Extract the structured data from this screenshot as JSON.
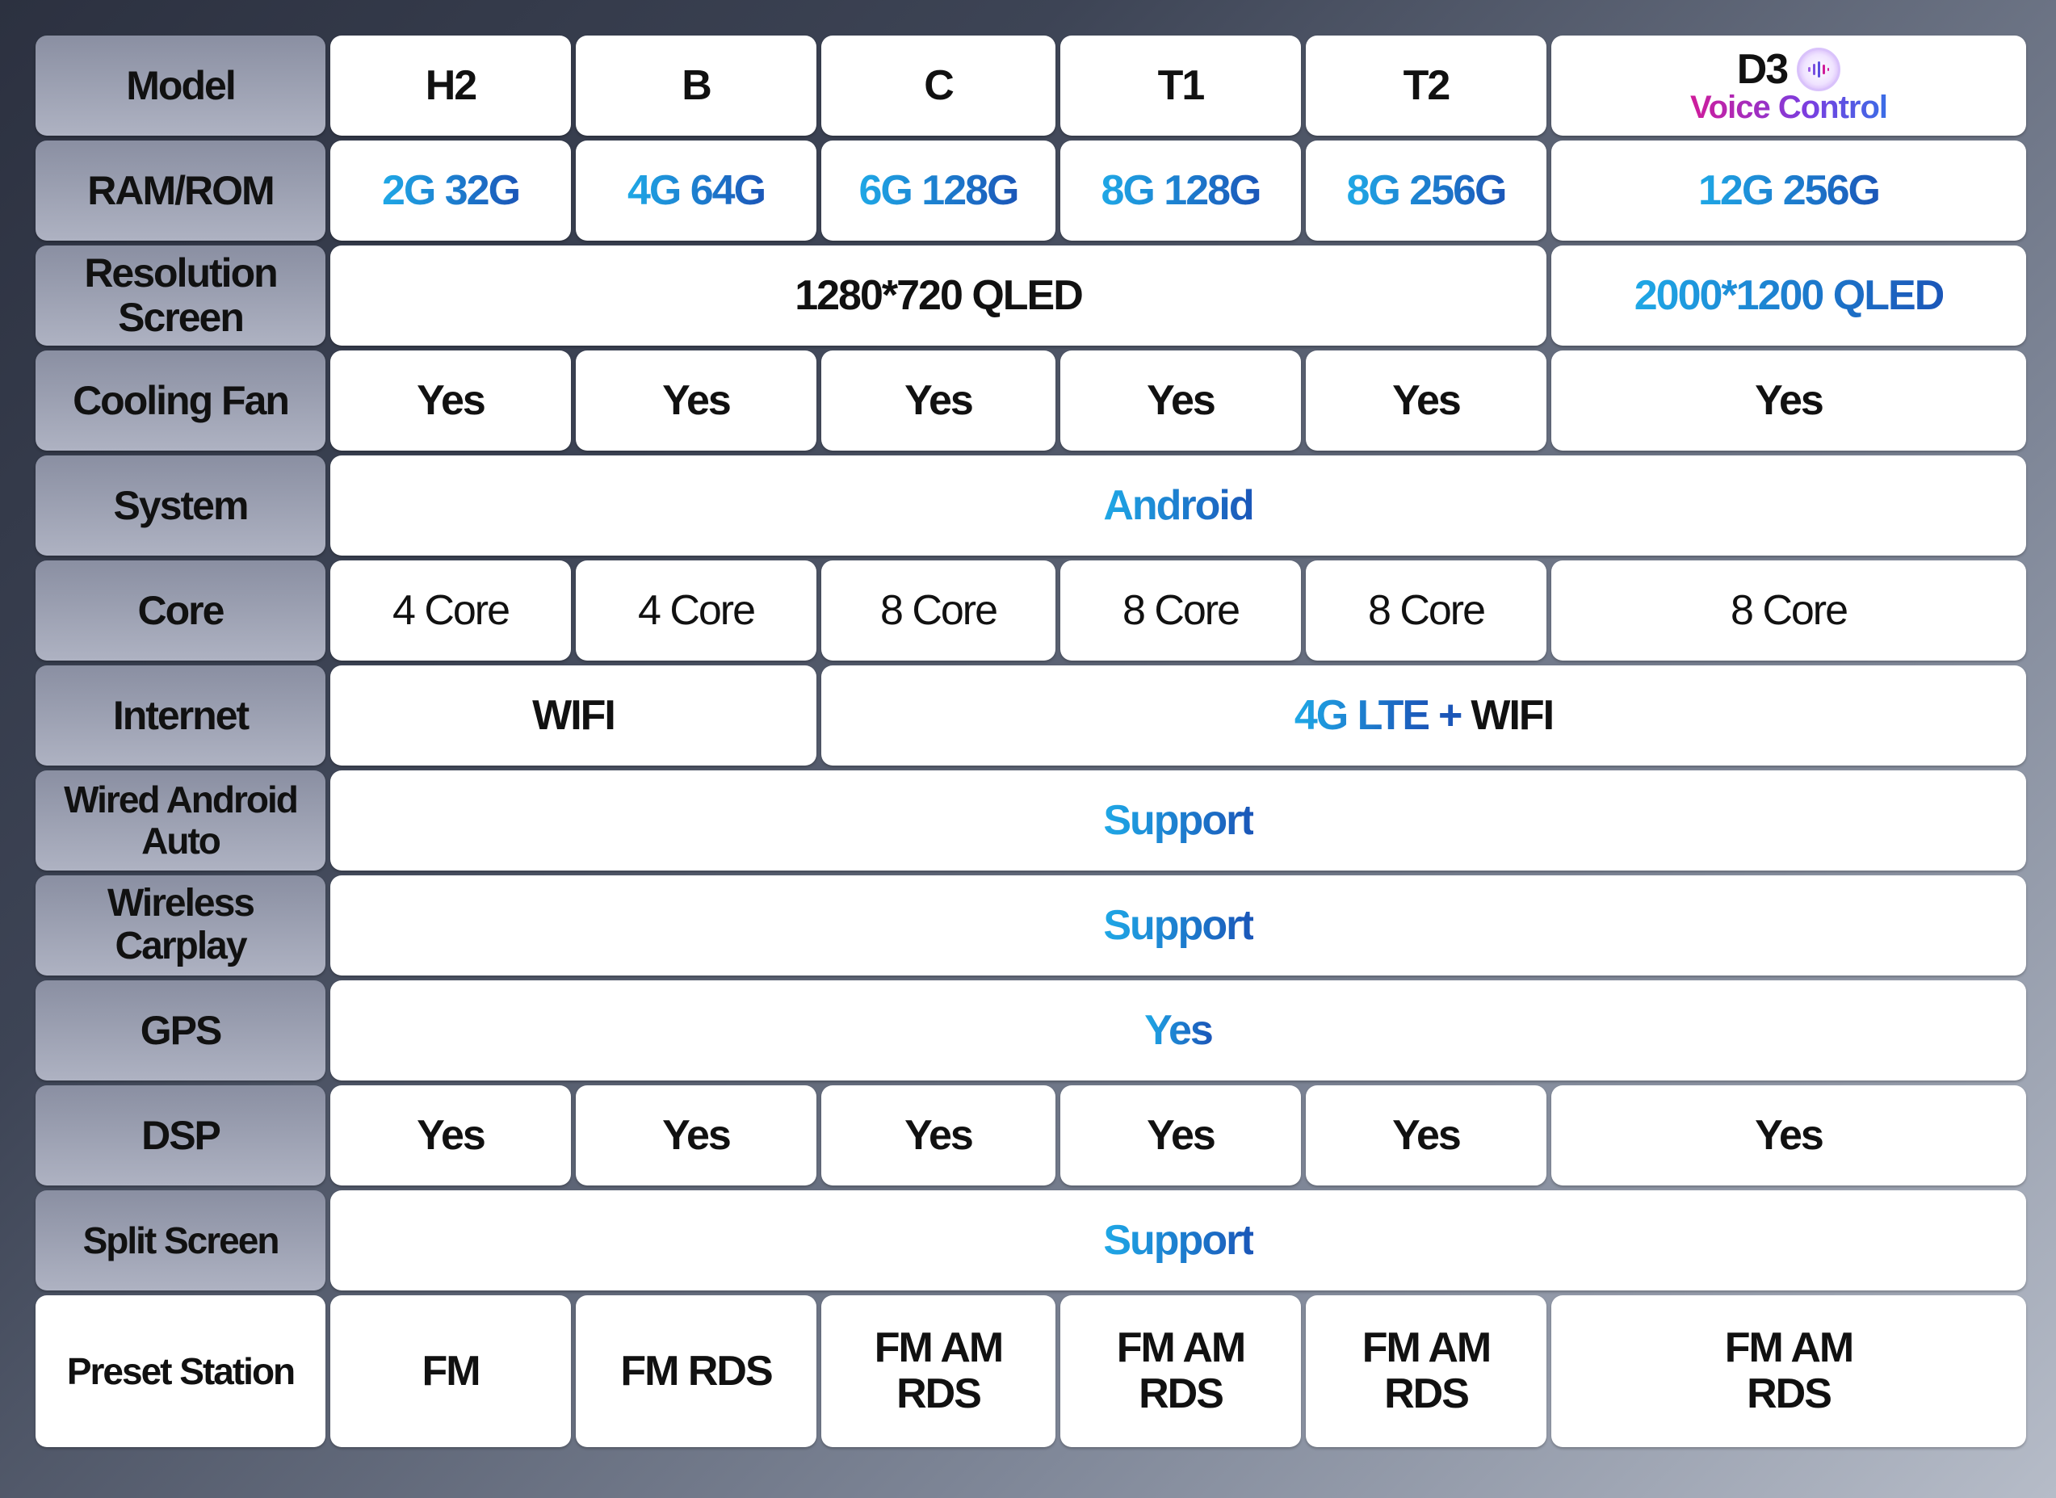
{
  "rows": {
    "model": {
      "label": "Model",
      "values": [
        "H2",
        "B",
        "C",
        "T1",
        "T2",
        "D3"
      ],
      "voice_label": "Voice Control",
      "voice_icon": "voice-wave-icon"
    },
    "ram_rom": {
      "label": "RAM/ROM",
      "values": [
        "2G 32G",
        "4G 64G",
        "6G 128G",
        "8G 128G",
        "8G 256G",
        "12G 256G"
      ]
    },
    "resolution": {
      "label_line1": "Resolution",
      "label_line2": "Screen",
      "standard": "1280*720 QLED",
      "premium": "2000*1200 QLED"
    },
    "cooling_fan": {
      "label": "Cooling Fan",
      "values": [
        "Yes",
        "Yes",
        "Yes",
        "Yes",
        "Yes",
        "Yes"
      ]
    },
    "system": {
      "label": "System",
      "value": "Android"
    },
    "core": {
      "label": "Core",
      "values": [
        "4 Core",
        "4 Core",
        "8 Core",
        "8 Core",
        "8 Core",
        "8 Core"
      ]
    },
    "internet": {
      "label": "Internet",
      "basic": "WIFI",
      "lte_part": "4G LTE",
      "plus": "+",
      "wifi_part": "WIFI"
    },
    "wired_android_auto": {
      "label_line1": "Wired Android",
      "label_line2": "Auto",
      "value": "Support"
    },
    "wireless_carplay": {
      "label_line1": "Wireless",
      "label_line2": "Carplay",
      "value": "Support"
    },
    "gps": {
      "label": "GPS",
      "value": "Yes"
    },
    "dsp": {
      "label": "DSP",
      "values": [
        "Yes",
        "Yes",
        "Yes",
        "Yes",
        "Yes",
        "Yes"
      ]
    },
    "split_screen": {
      "label": "Split Screen",
      "value": "Support"
    },
    "preset_station": {
      "label": "Preset Station",
      "h2": "FM",
      "b": "FM RDS",
      "line1": "FM AM",
      "line2": "RDS"
    }
  },
  "colors": {
    "accent_blue": "#1a6fd6",
    "header_gray": "#9da1b3",
    "voice_magenta": "#d01c9a"
  }
}
